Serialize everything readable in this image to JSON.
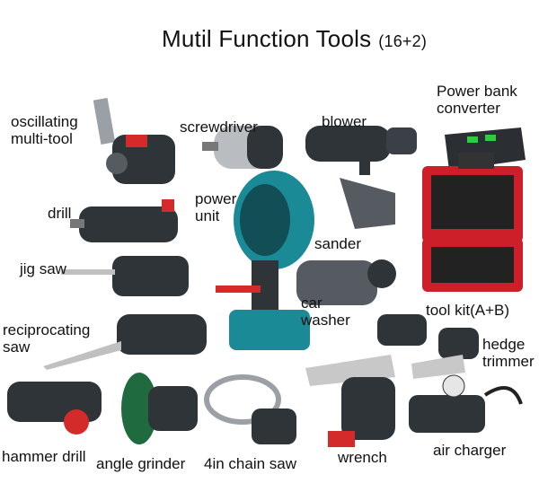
{
  "title": "Mutil Function Tools",
  "title_suffix": "(16+2)",
  "labels": {
    "oscillating": "oscillating\nmulti-tool",
    "screwdriver": "screwdriver",
    "blower": "blower",
    "power_bank": "Power bank\nconverter",
    "drill": "drill",
    "power_unit": "power\nunit",
    "sander": "sander",
    "jig_saw": "jig saw",
    "car_washer": "car\nwasher",
    "tool_kit": "tool kit(A+B)",
    "reciprocating_saw": "reciprocating\nsaw",
    "hedge_trimmer": "hedge\ntrimmer",
    "hammer_drill": "hammer drill",
    "angle_grinder": "angle grinder",
    "chain_saw": "4in chain saw",
    "wrench": "wrench",
    "air_charger": "air charger"
  },
  "colors": {
    "tool_body": "#2f3438",
    "accent_teal": "#1a8a96",
    "accent_red": "#d42a2a",
    "toolbox_red": "#cc1f2a",
    "metal": "#b9bcc0"
  }
}
